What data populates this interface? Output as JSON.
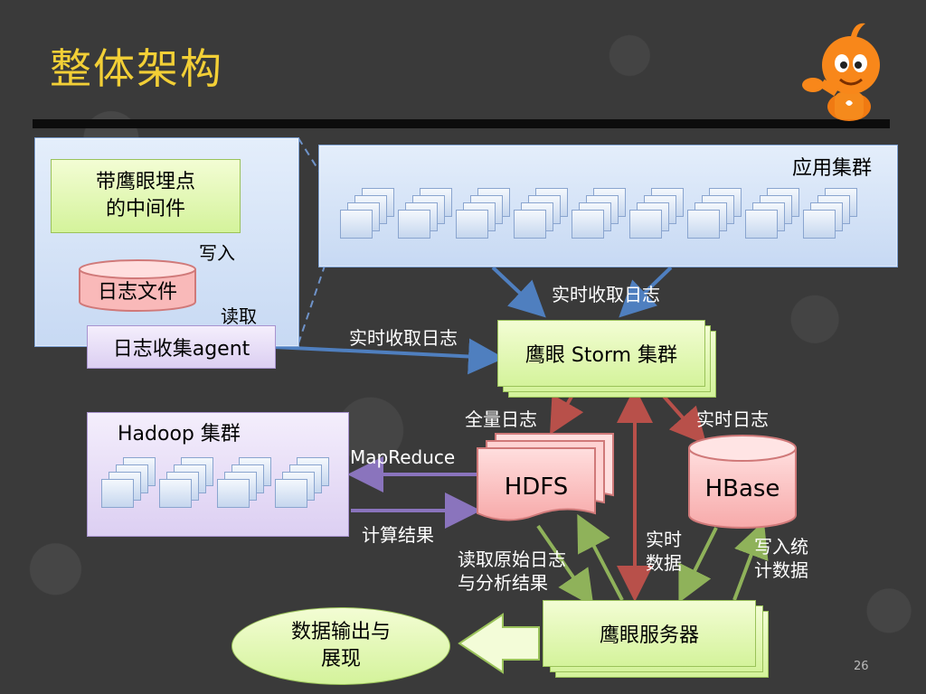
{
  "title": "整体架构",
  "page_number": "26",
  "nodes": {
    "middleware": "带鹰眼埋点\n的中间件",
    "log_file": "日志文件",
    "agent": "日志收集agent",
    "app_cluster": "应用集群",
    "storm": "鹰眼 Storm 集群",
    "hadoop": "Hadoop 集群",
    "hdfs": "HDFS",
    "hbase": "HBase",
    "server": "鹰眼服务器",
    "output": "数据输出与\n展现"
  },
  "edges": {
    "write": "写入",
    "read": "读取",
    "realtime_collect_1": "实时收取日志",
    "realtime_collect_2": "实时收取日志",
    "full_log": "全量日志",
    "realtime_log": "实时日志",
    "mapreduce": "MapReduce",
    "compute_result": "计算结果",
    "read_raw": "读取原始日志\n与分析结果",
    "realtime_data": "实时\n数据",
    "write_stats": "写入统\n计数据"
  },
  "colors": {
    "title": "#f2cf36",
    "blue_arrow": "#4f7fbf",
    "red_arrow": "#b8504a",
    "green_arrow": "#8fb25a",
    "purple_arrow": "#8a74bd"
  }
}
